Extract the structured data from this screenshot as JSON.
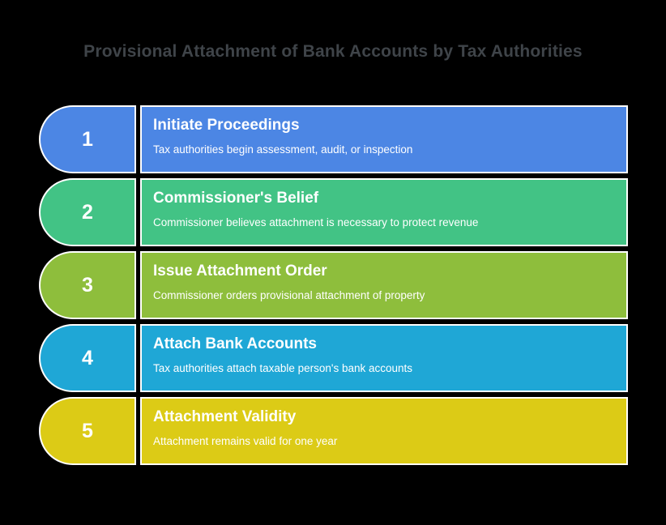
{
  "page": {
    "background_color": "#000000",
    "border_color": "#ffffff",
    "text_color": "#ffffff"
  },
  "title": {
    "text": "Provisional Attachment of Bank Accounts by Tax Authorities",
    "color": "#3F4449"
  },
  "steps": [
    {
      "number": "1",
      "title": "Initiate Proceedings",
      "description": "Tax authorities begin assessment, audit, or inspection",
      "color": "#4C86E4"
    },
    {
      "number": "2",
      "title": "Commissioner's Belief",
      "description": "Commissioner believes attachment is necessary to protect revenue",
      "color": "#42C385"
    },
    {
      "number": "3",
      "title": "Issue Attachment Order",
      "description": "Commissioner orders provisional attachment of property",
      "color": "#8EBE3C"
    },
    {
      "number": "4",
      "title": "Attach Bank Accounts",
      "description": "Tax authorities attach taxable person's bank accounts",
      "color": "#1FA7D6"
    },
    {
      "number": "5",
      "title": "Attachment Validity",
      "description": "Attachment remains valid for one year",
      "color": "#DCCB16"
    }
  ]
}
